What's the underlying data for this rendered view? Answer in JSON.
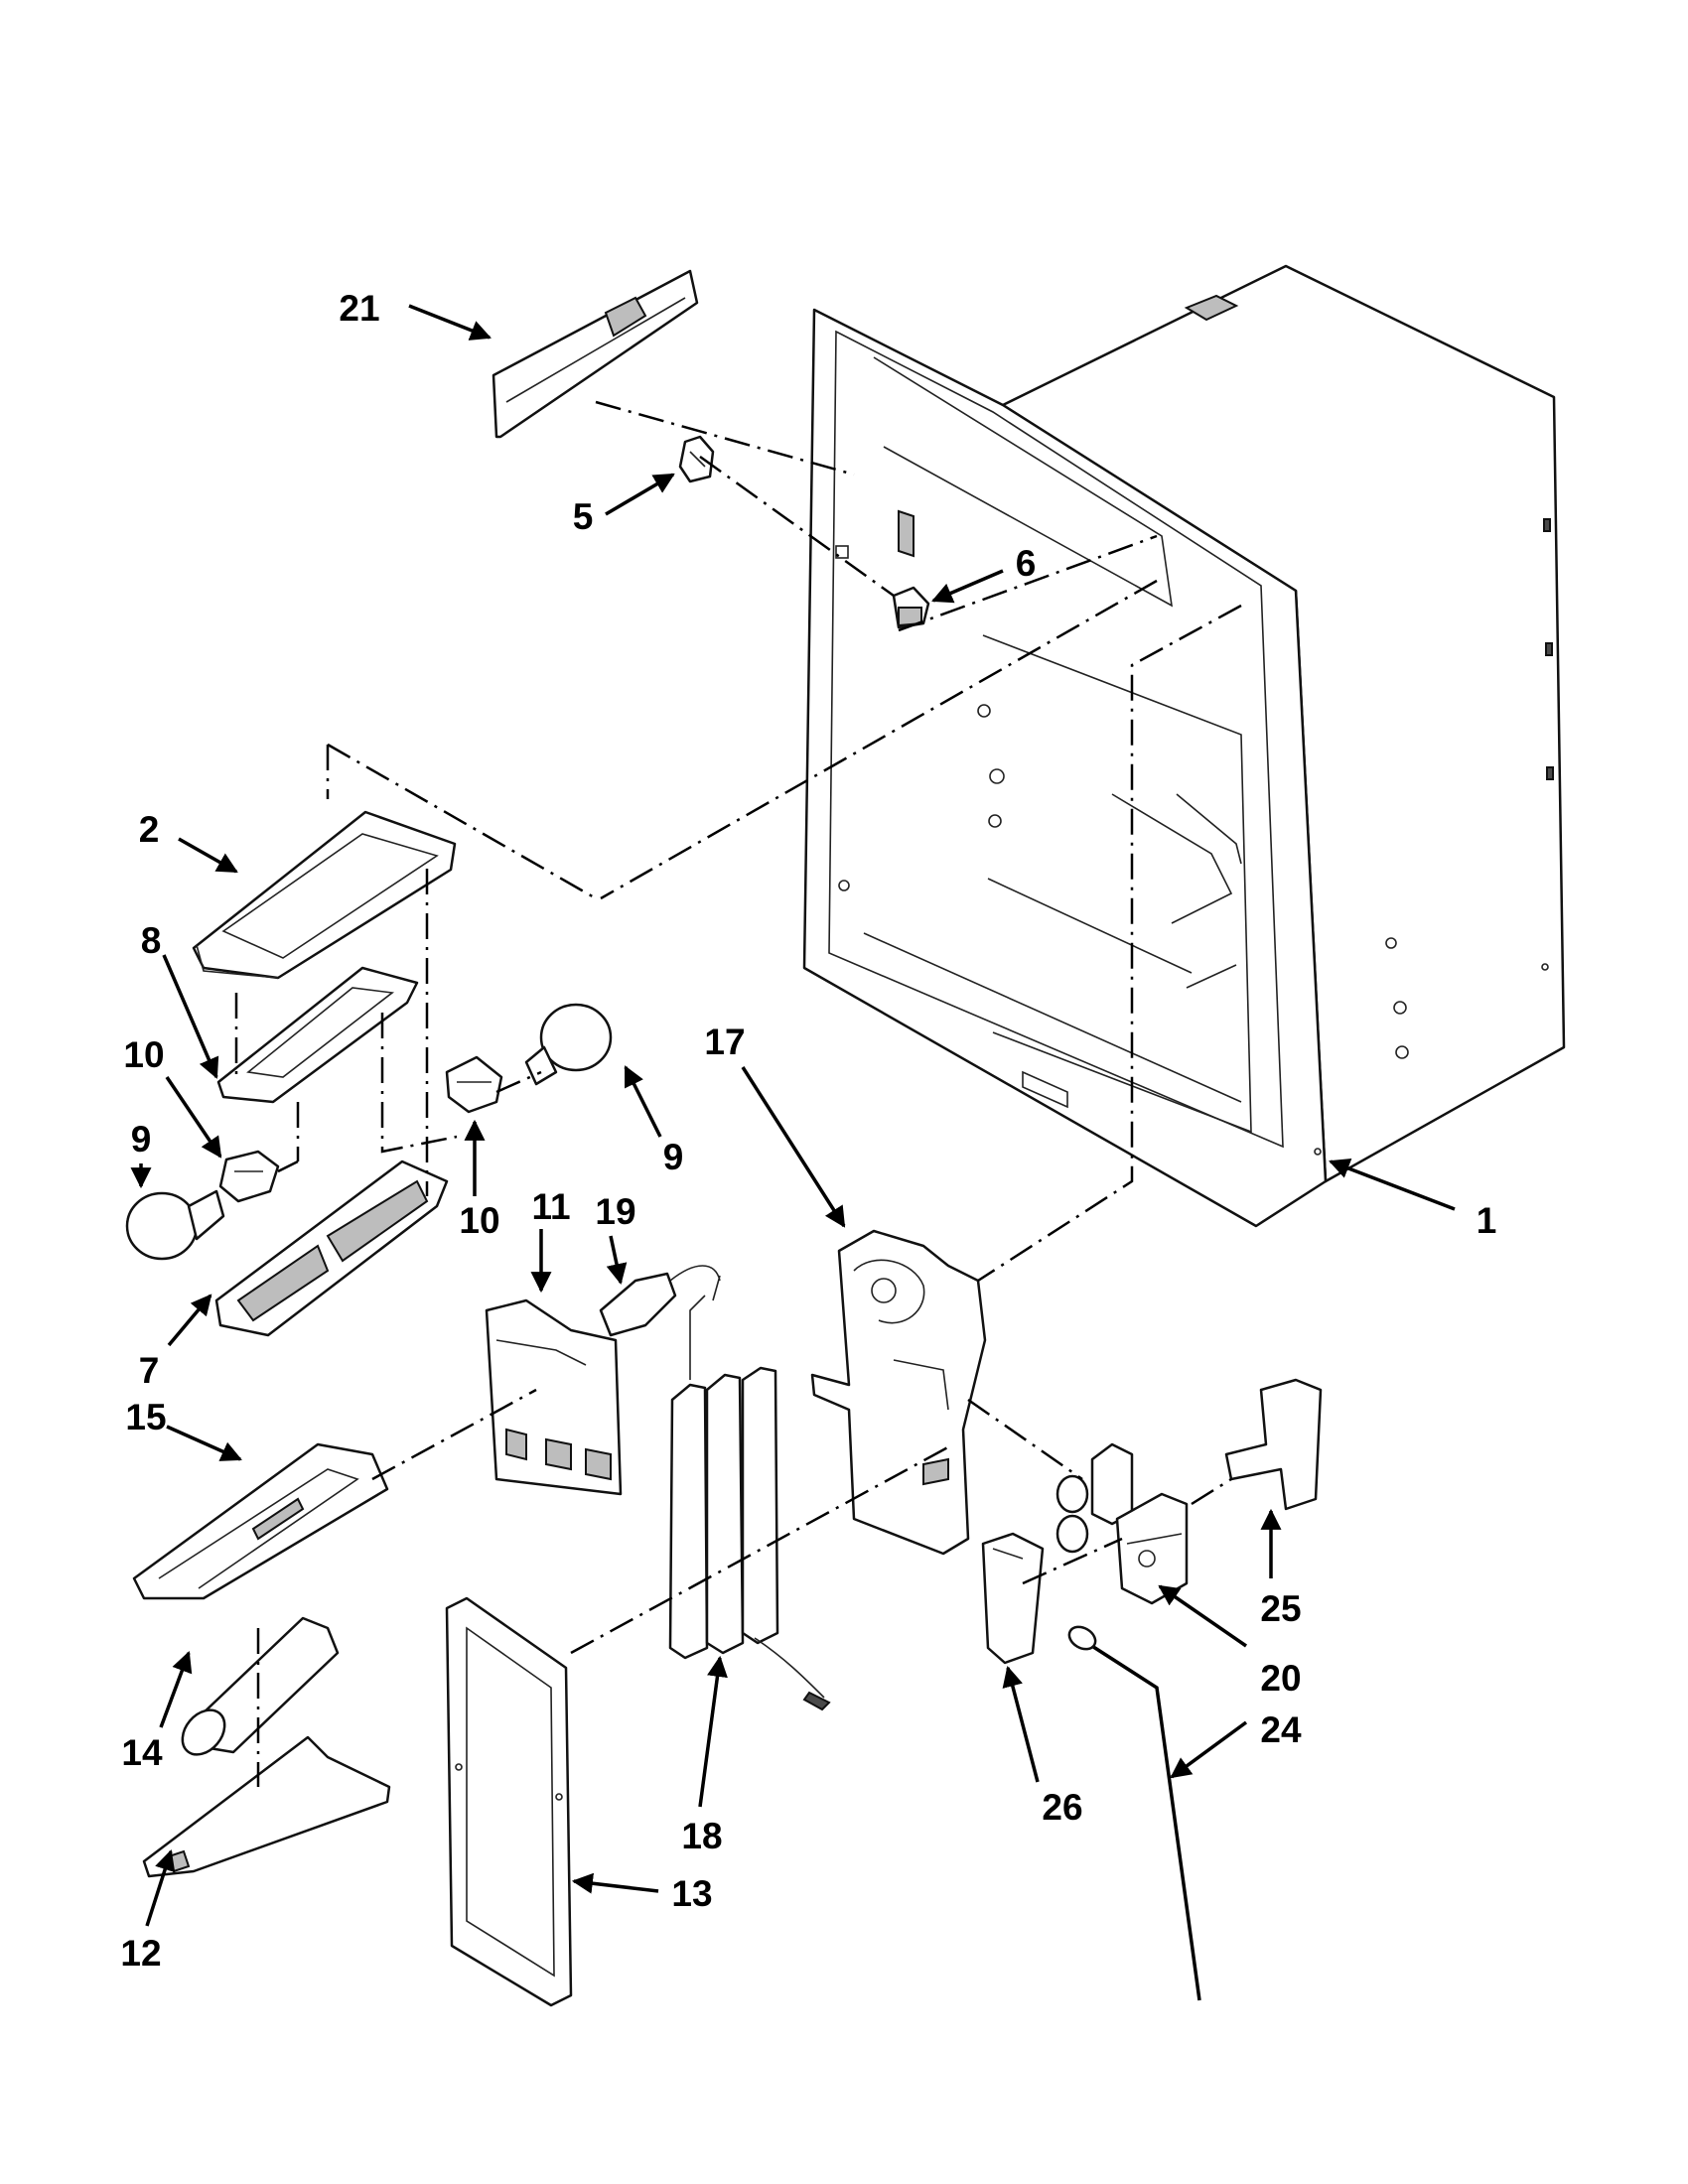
{
  "callouts": {
    "p21": "21",
    "p5": "5",
    "p6": "6",
    "p2": "2",
    "p8": "8",
    "p10a": "10",
    "p9a": "9",
    "p9b": "9",
    "p10b": "10",
    "p17": "17",
    "p1": "1",
    "p11": "11",
    "p19": "19",
    "p7": "7",
    "p15": "15",
    "p25": "25",
    "p20": "20",
    "p24": "24",
    "p14": "14",
    "p26": "26",
    "p18": "18",
    "p13": "13",
    "p12": "12"
  }
}
